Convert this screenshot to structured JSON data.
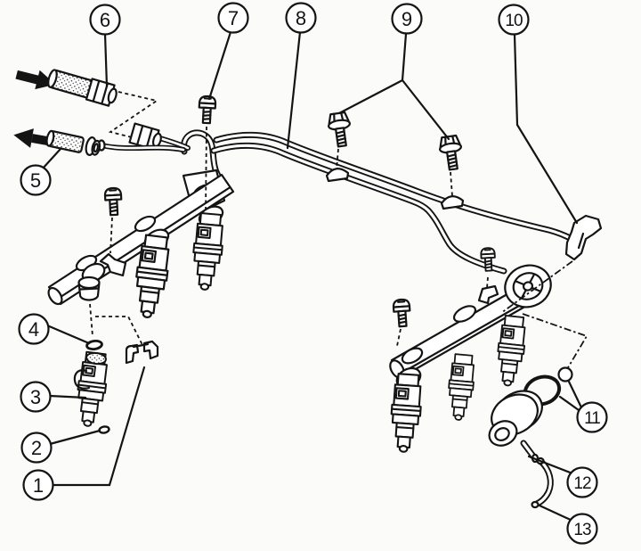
{
  "diagram": {
    "background_color": "#fbfbfa",
    "line_color": "#141414",
    "callouts": [
      {
        "label": "1"
      },
      {
        "label": "2"
      },
      {
        "label": "3"
      },
      {
        "label": "4"
      },
      {
        "label": "5"
      },
      {
        "label": "6"
      },
      {
        "label": "7"
      },
      {
        "label": "8"
      },
      {
        "label": "9"
      },
      {
        "label": "10"
      },
      {
        "label": "11"
      },
      {
        "label": "12"
      },
      {
        "label": "13"
      }
    ]
  }
}
